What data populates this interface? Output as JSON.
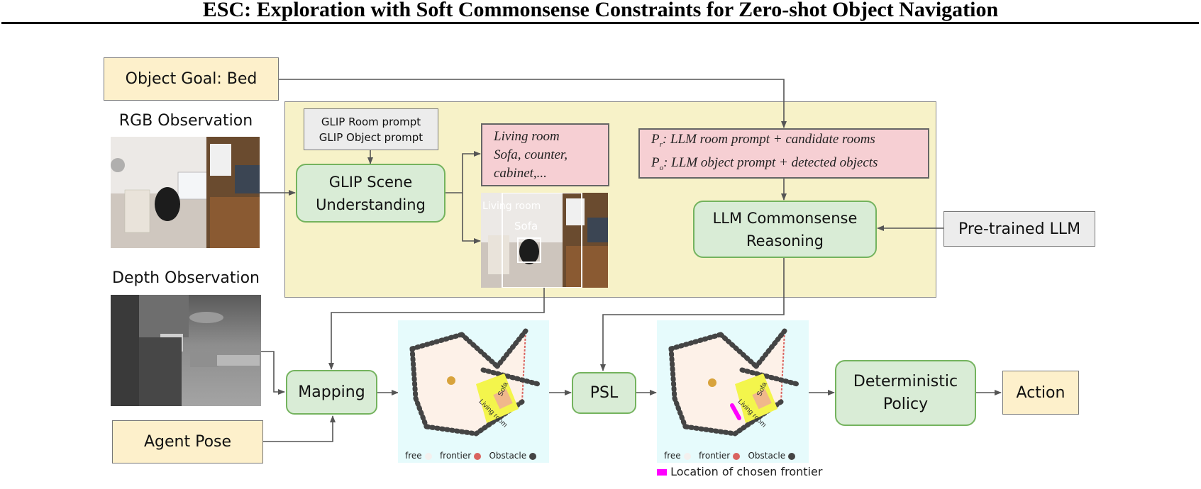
{
  "title": "ESC: Exploration with Soft Commonsense Constraints for Zero-shot Object Navigation",
  "inputs": {
    "object_goal": "Object Goal: Bed",
    "rgb_label": "RGB Observation",
    "depth_label": "Depth Observation",
    "agent_pose": "Agent Pose"
  },
  "glip": {
    "prompt_line1": "GLIP Room prompt",
    "prompt_line2": "GLIP Object prompt",
    "scene_line1": "GLIP Scene",
    "scene_line2": "Understanding",
    "detections_line1": "Living room",
    "detections_line2": "Sofa, counter,",
    "detections_line3": "cabinet,...",
    "overlay_room": "Living room",
    "overlay_object": "Sofa"
  },
  "llm": {
    "prompt_room_sym": "P",
    "prompt_room_sub": "r",
    "prompt_room_text": ": LLM room prompt + candidate rooms",
    "prompt_obj_sym": "P",
    "prompt_obj_sub": "o",
    "prompt_obj_text": ": LLM object prompt + detected objects",
    "reasoning_line1": "LLM Commonsense",
    "reasoning_line2": "Reasoning",
    "pretrained": "Pre-trained LLM"
  },
  "pipeline": {
    "mapping": "Mapping",
    "psl": "PSL",
    "policy_line1": "Deterministic",
    "policy_line2": "Policy",
    "action": "Action"
  },
  "maps": {
    "sofa_label": "Sofa",
    "room_label": "Living room",
    "legend_free": "free",
    "legend_frontier": "frontier",
    "legend_obstacle": "Obstacle",
    "chosen_frontier": "Location of chosen frontier"
  },
  "colors": {
    "input_fill": "#fdf0cb",
    "process_fill": "#d9ecd6",
    "process_border": "#74b35e",
    "pink_fill": "#f6cfd3",
    "region_fill": "#f7f2c8",
    "frontier": "#d9635f",
    "obstacle": "#444444",
    "chosen_frontier": "#ff00ff"
  }
}
